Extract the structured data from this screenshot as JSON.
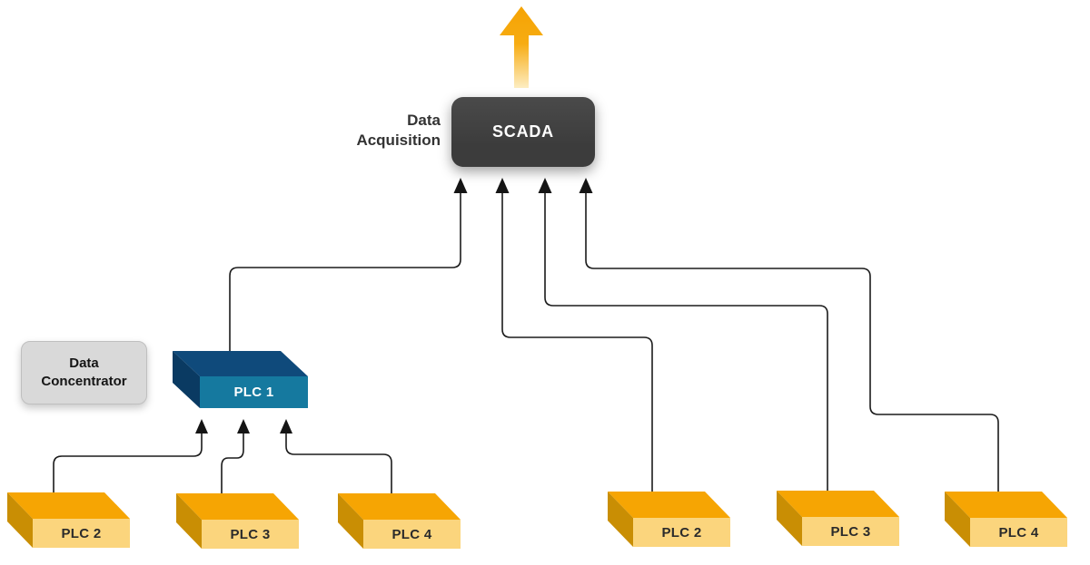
{
  "colors": {
    "background": "#ffffff",
    "line": "#1b1b1b",
    "arrowhead": "#151515",
    "scada_bg": "#3c3c3c",
    "scada_text": "#ffffff",
    "label_text": "#333333",
    "concentrator_bg": "#d9d9d9",
    "concentrator_border": "#bfbfbf",
    "plc_yellow_top": "#f6a503",
    "plc_yellow_side": "#c98e04",
    "plc_yellow_front": "#fbd57d",
    "plc_blue_top": "#0f4a7b",
    "plc_blue_side": "#0a3a62",
    "plc_blue_front": "#15799f",
    "up_arrow_gradient_top": "#f5a303",
    "up_arrow_gradient_bottom": "#fdedc2"
  },
  "nodes": {
    "scada": {
      "label": "SCADA"
    },
    "data_acquisition_caption": {
      "line1": "Data",
      "line2": "Acquisition"
    },
    "data_concentrator": {
      "line1": "Data",
      "line2": "Concentrator"
    },
    "plc1": {
      "label": "PLC 1"
    },
    "left_plcs": [
      {
        "label": "PLC 2"
      },
      {
        "label": "PLC 3"
      },
      {
        "label": "PLC 4"
      }
    ],
    "right_plcs": [
      {
        "label": "PLC 2"
      },
      {
        "label": "PLC 3"
      },
      {
        "label": "PLC 4"
      }
    ]
  },
  "edges": [
    {
      "from": "plc1",
      "to": "scada"
    },
    {
      "from": "right_plcs.0",
      "to": "scada"
    },
    {
      "from": "right_plcs.1",
      "to": "scada"
    },
    {
      "from": "right_plcs.2",
      "to": "scada"
    },
    {
      "from": "left_plcs.0",
      "to": "plc1"
    },
    {
      "from": "left_plcs.1",
      "to": "plc1"
    },
    {
      "from": "left_plcs.2",
      "to": "plc1"
    }
  ]
}
